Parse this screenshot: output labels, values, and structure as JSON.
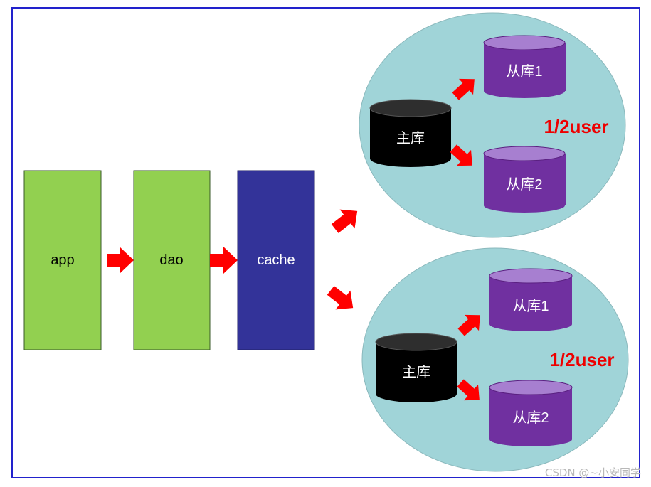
{
  "boxes": {
    "app": "app",
    "dao": "dao",
    "cache": "cache"
  },
  "clusters": [
    {
      "master": "主库",
      "slave1": "从库1",
      "slave2": "从库2",
      "label": "1/2user"
    },
    {
      "master": "主库",
      "slave1": "从库1",
      "slave2": "从库2",
      "label": "1/2user"
    }
  ],
  "watermark": "CSDN @~小安同学",
  "colors": {
    "frame": "#2222cc",
    "app_box": "#92d050",
    "dao_box": "#92d050",
    "cache_box": "#333399",
    "cluster_fill": "#a0d4d8",
    "master_db": "#000000",
    "slave_db": "#7030a0",
    "slave_db_top": "#a77fd0",
    "arrow": "#ff0000",
    "label_text": "#ee0000"
  }
}
